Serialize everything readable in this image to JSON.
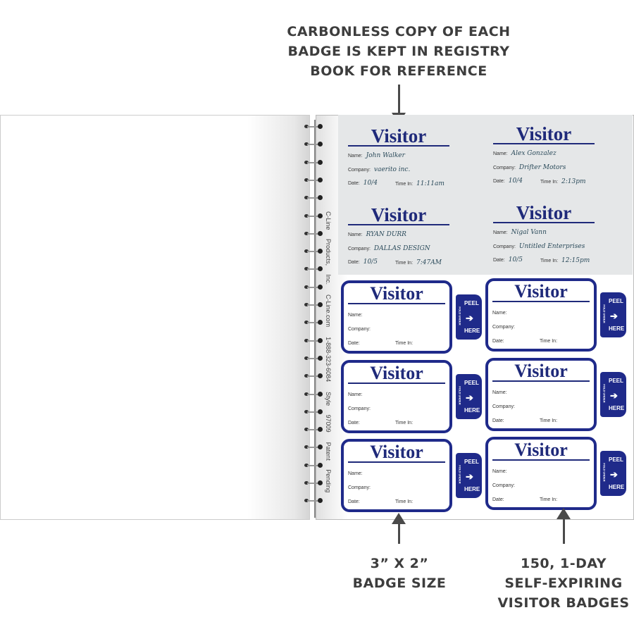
{
  "top_caption": [
    "CARBONLESS COPY OF EACH",
    "BADGE IS KEPT IN REGISTRY",
    "BOOK FOR REFERENCE"
  ],
  "bottom_left_caption": [
    "3” X 2”",
    "BADGE SIZE"
  ],
  "bottom_right_caption": [
    "150, 1-DAY",
    "SELF-EXPIRING",
    "VISITOR BADGES"
  ],
  "spine_text": [
    "C-Line Products, Inc.",
    "C-Line.com",
    "1-888-323-6084",
    "Style 97009",
    "Patent Pending"
  ],
  "labels": {
    "title": "Visitor",
    "name": "Name:",
    "company": "Company:",
    "date": "Date:",
    "time": "Time In:",
    "peel": "PEEL",
    "here": "HERE",
    "fold": "FOLD UNDER",
    "arrow_icon": "➔"
  },
  "carbon_copies": [
    {
      "name": "John Walker",
      "company": "vaerito inc.",
      "date": "10/4",
      "time": "11:11am"
    },
    {
      "name": "Alex Gonzalez",
      "company": "Drifter Motors",
      "date": "10/4",
      "time": "2:13pm"
    },
    {
      "name": "RYAN DURR",
      "company": "DALLAS DESIGN",
      "date": "10/5",
      "time": "7:47AM"
    },
    {
      "name": "Nigal Vann",
      "company": "Untitled Enterprises",
      "date": "10/5",
      "time": "12:15pm"
    }
  ],
  "colors": {
    "badge_blue": "#1f2a8a",
    "caption_gray": "#3d3d3d",
    "carbon_gray": "#e5e7e8"
  }
}
